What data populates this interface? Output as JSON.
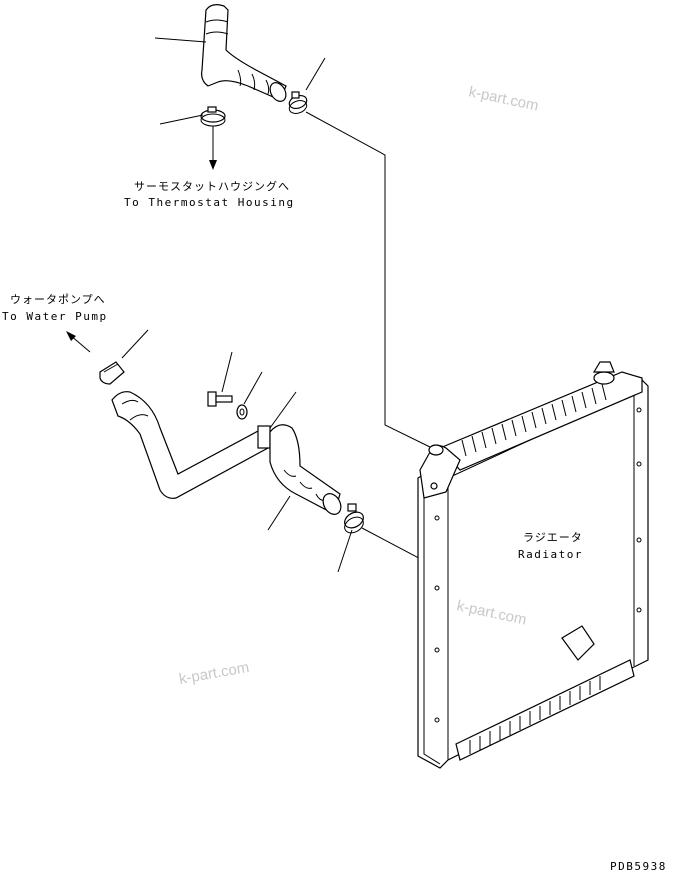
{
  "labels": {
    "thermostat_jp": "サーモスタットハウジングへ",
    "thermostat_en": "To Thermostat Housing",
    "water_pump_jp": "ウォータポンプへ",
    "water_pump_en": "To Water Pump",
    "radiator_jp": "ラジエータ",
    "radiator_en": "Radiator",
    "drawing_number": "PDB5938"
  },
  "watermarks": [
    "k-part.com",
    "k-part.com",
    "k-part.com"
  ]
}
